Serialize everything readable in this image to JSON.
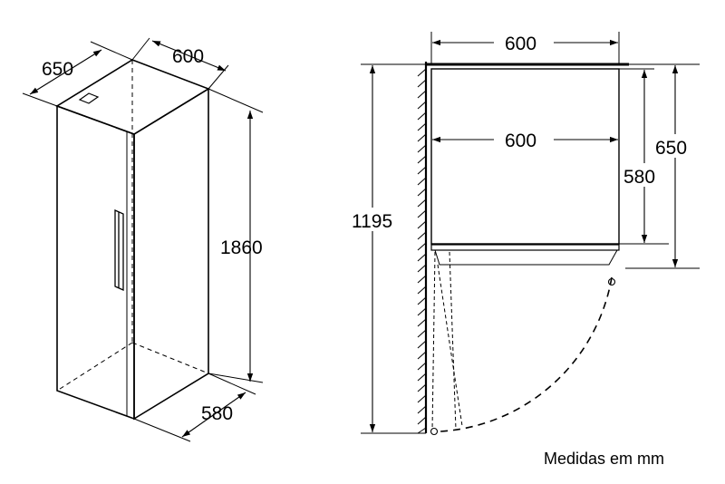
{
  "left_view": {
    "width": "600",
    "depth": "650",
    "height": "1860",
    "door_depth": "580"
  },
  "top_view": {
    "overall_width": "600",
    "inner_width": "600",
    "depth_580": "580",
    "depth_650": "650",
    "opening_1195": "1195"
  },
  "note": "Medidas em mm",
  "colors": {
    "line": "#000000",
    "background": "#ffffff"
  }
}
